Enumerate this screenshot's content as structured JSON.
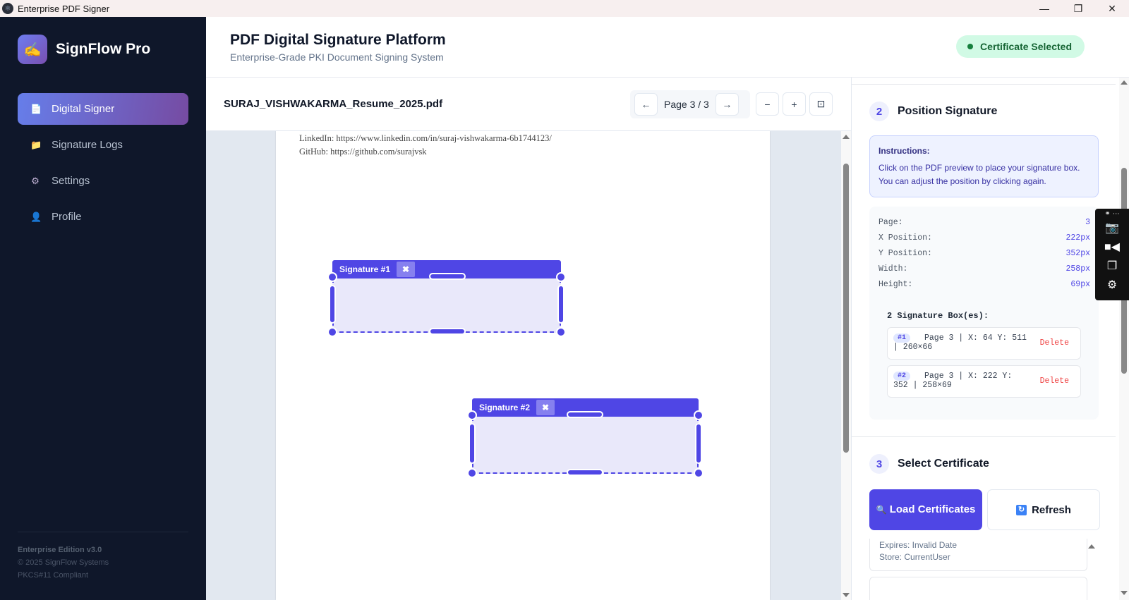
{
  "window": {
    "title": "Enterprise PDF Signer",
    "controls": {
      "minimize": "—",
      "maximize": "❐",
      "close": "✕"
    }
  },
  "sidebar": {
    "brand": {
      "name": "SignFlow Pro",
      "logo_icon": "✍️"
    },
    "items": [
      {
        "label": "Digital Signer",
        "icon": "📄",
        "active": true
      },
      {
        "label": "Signature Logs",
        "icon": "📁",
        "active": false
      },
      {
        "label": "Settings",
        "icon": "⚙",
        "active": false
      },
      {
        "label": "Profile",
        "icon": "👤",
        "active": false
      }
    ],
    "footer": {
      "edition": "Enterprise Edition v3.0",
      "copyright": "© 2025 SignFlow Systems",
      "compliance": "PKCS#11 Compliant"
    }
  },
  "header": {
    "title": "PDF Digital Signature Platform",
    "subtitle": "Enterprise-Grade PKI Document Signing System",
    "status_badge": {
      "label": "Certificate Selected",
      "color": "#15803d",
      "background": "#d1fae5"
    }
  },
  "viewer": {
    "file_name": "SURAJ_VISHWAKARMA_Resume_2025.pdf",
    "pager": {
      "prev": "←",
      "label": "Page 3 / 3",
      "next": "→"
    },
    "zoom": {
      "out": "−",
      "in": "+",
      "fit": "⊡"
    },
    "pdf_lines": [
      "LinkedIn: https://www.linkedin.com/in/suraj-vishwakarma-6b1744123/",
      "GitHub: https://github.com/surajvsk"
    ],
    "signature_boxes": [
      {
        "label": "Signature #1",
        "close": "✖"
      },
      {
        "label": "Signature #2",
        "close": "✖"
      }
    ]
  },
  "panel": {
    "position_step": {
      "number": "2",
      "title": "Position Signature",
      "instructions_title": "Instructions:",
      "instructions_text": "Click on the PDF preview to place your signature box. You can adjust the position by clicking again.",
      "fields": [
        {
          "label": "Page:",
          "value": "3"
        },
        {
          "label": "X Position:",
          "value": "222px"
        },
        {
          "label": "Y Position:",
          "value": "352px"
        },
        {
          "label": "Width:",
          "value": "258px"
        },
        {
          "label": "Height:",
          "value": "69px"
        }
      ],
      "boxes_title": "2 Signature Box(es):",
      "boxes": [
        {
          "num": "#1",
          "desc": "Page 3 | X: 64 Y: 511 | 260×66",
          "delete": "Delete"
        },
        {
          "num": "#2",
          "desc": "Page 3 | X: 222 Y: 352 | 258×69",
          "delete": "Delete"
        }
      ]
    },
    "certificate_step": {
      "number": "3",
      "title": "Select Certificate",
      "load_button": "Load Certificates",
      "load_icon": "🔍",
      "refresh_button": "Refresh",
      "refresh_icon": "🔄",
      "cert_card": {
        "expires": "Expires: Invalid Date",
        "store": "Store: CurrentUser"
      }
    }
  },
  "colors": {
    "accent": "#4f46e5",
    "sidebar_bg": "#0f172a",
    "delete": "#ef4444"
  }
}
